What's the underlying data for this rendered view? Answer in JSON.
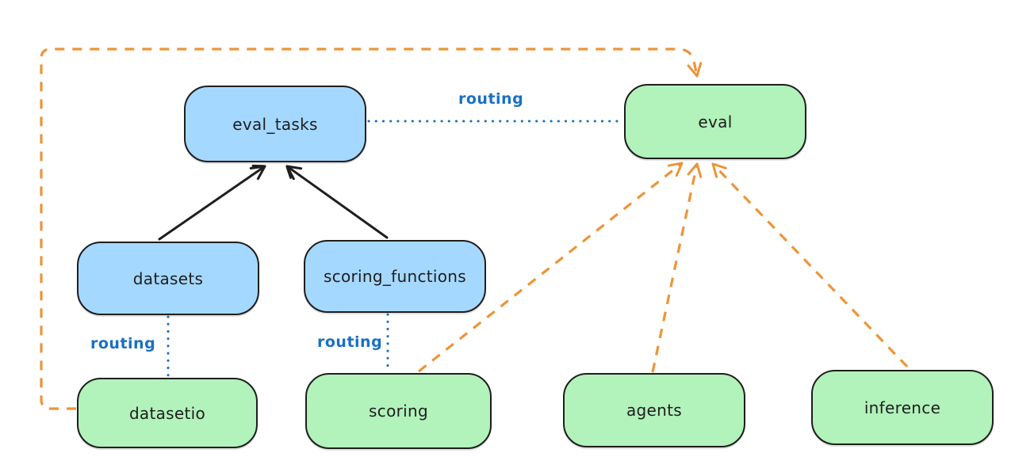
{
  "diagram": {
    "description": "Architecture diagram linking registry resources to provider APIs",
    "colors": {
      "canvas-bg": "#ffffff",
      "ink": "#1e1e1e",
      "node-blue": "#a5d8ff",
      "node-green": "#b2f2bb",
      "routing-blue": "#1971c2",
      "orange": "#ed9438"
    },
    "nodes": [
      {
        "id": "eval_tasks",
        "label": "eval_tasks",
        "type": "blue"
      },
      {
        "id": "eval",
        "label": "eval",
        "type": "green"
      },
      {
        "id": "datasets",
        "label": "datasets",
        "type": "blue"
      },
      {
        "id": "scoring_functions",
        "label": "scoring_functions",
        "type": "blue"
      },
      {
        "id": "datasetio",
        "label": "datasetio",
        "type": "green"
      },
      {
        "id": "scoring",
        "label": "scoring",
        "type": "green"
      },
      {
        "id": "agents",
        "label": "agents",
        "type": "green"
      },
      {
        "id": "inference",
        "label": "inference",
        "type": "green"
      }
    ],
    "edges": [
      {
        "from": "datasets",
        "to": "eval_tasks",
        "style": "solid-black-arrow",
        "label": ""
      },
      {
        "from": "scoring_functions",
        "to": "eval_tasks",
        "style": "solid-black-arrow",
        "label": ""
      },
      {
        "from": "eval_tasks",
        "to": "eval",
        "style": "dotted-blue",
        "label": "routing"
      },
      {
        "from": "datasets",
        "to": "datasetio",
        "style": "dotted-blue",
        "label": "routing"
      },
      {
        "from": "scoring_functions",
        "to": "scoring",
        "style": "dotted-blue",
        "label": "routing"
      },
      {
        "from": "datasetio",
        "to": "eval",
        "style": "dashed-orange-arrow",
        "label": ""
      },
      {
        "from": "scoring",
        "to": "eval",
        "style": "dashed-orange-arrow",
        "label": ""
      },
      {
        "from": "agents",
        "to": "eval",
        "style": "dashed-orange-arrow",
        "label": ""
      },
      {
        "from": "inference",
        "to": "eval",
        "style": "dashed-orange-arrow",
        "label": ""
      }
    ]
  }
}
